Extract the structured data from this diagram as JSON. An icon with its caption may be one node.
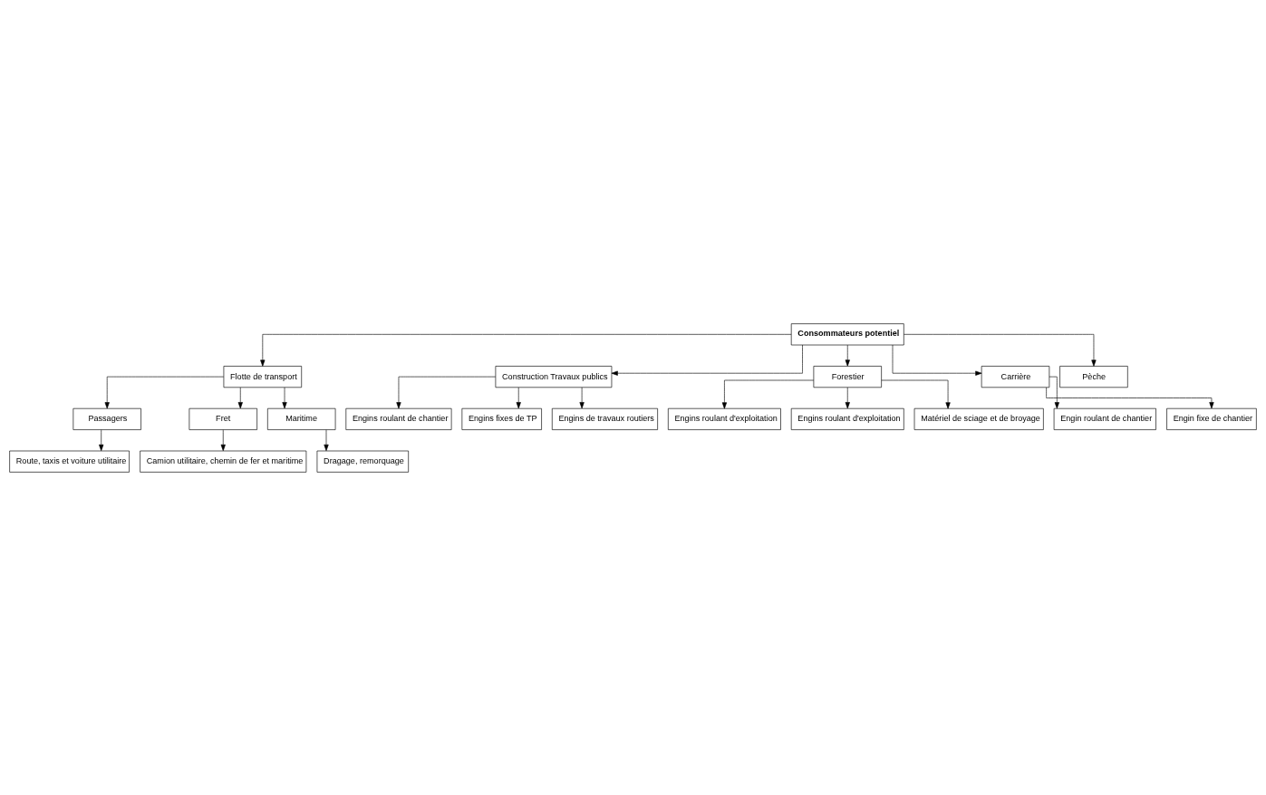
{
  "diagram": {
    "nodes": [
      {
        "text": [
          "Consommateurs potentiel"
        ]
      },
      {
        "text": [
          "Flotte de transport"
        ]
      },
      {
        "text": [
          "Construction Travaux publics"
        ]
      },
      {
        "text": [
          "Forestier"
        ]
      },
      {
        "text": [
          "Carrière"
        ]
      },
      {
        "text": [
          "Pèche"
        ]
      },
      {
        "text": [
          "Passagers"
        ]
      },
      {
        "text": [
          "Fret"
        ]
      },
      {
        "text": [
          "Maritime"
        ]
      },
      {
        "text": [
          "Route, taxis et voiture utilitaire"
        ]
      },
      {
        "text": [
          "Camion utilitaire, chemin de fer et maritime"
        ]
      },
      {
        "text": [
          "Dragage, remorquage"
        ]
      },
      {
        "text": [
          "Engins roulant de chantier"
        ]
      },
      {
        "text": [
          "Engins fixes de TP"
        ]
      },
      {
        "text": [
          "Engins de travaux routiers"
        ]
      },
      {
        "text": [
          "Engins roulant d'exploitation"
        ]
      },
      {
        "text": [
          "Engins roulant d'exploitation"
        ]
      },
      {
        "text": [
          "Matériel de sciage et de broyage"
        ]
      },
      {
        "text": [
          "Engin roulant de chantier"
        ]
      },
      {
        "text": [
          "Engin fixe de chantier"
        ]
      }
    ],
    "edges": [
      {
        "from": 0,
        "to": 1,
        "arrow": "to"
      },
      {
        "from": 0,
        "to": 2,
        "arrow": "to"
      },
      {
        "from": 0,
        "to": 3,
        "arrow": "to"
      },
      {
        "from": 0,
        "to": 4,
        "arrow": "to"
      },
      {
        "from": 0,
        "to": 5,
        "arrow": "to"
      },
      {
        "from": 1,
        "to": 6,
        "arrow": "to"
      },
      {
        "from": 1,
        "to": 7,
        "arrow": "to"
      },
      {
        "from": 1,
        "to": 8,
        "arrow": "to"
      },
      {
        "from": 6,
        "to": 9,
        "arrow": "to"
      },
      {
        "from": 7,
        "to": 10,
        "arrow": "to"
      },
      {
        "from": 8,
        "to": 11,
        "arrow": "to"
      },
      {
        "from": 2,
        "to": 12,
        "arrow": "to"
      },
      {
        "from": 2,
        "to": 13,
        "arrow": "to"
      },
      {
        "from": 2,
        "to": 14,
        "arrow": "to"
      },
      {
        "from": 3,
        "to": 15,
        "arrow": "to"
      },
      {
        "from": 3,
        "to": 16,
        "arrow": "to"
      },
      {
        "from": 3,
        "to": 17,
        "arrow": "to"
      },
      {
        "from": 4,
        "to": 18,
        "arrow": "to"
      },
      {
        "from": 4,
        "to": 19,
        "arrow": "to"
      }
    ]
  }
}
